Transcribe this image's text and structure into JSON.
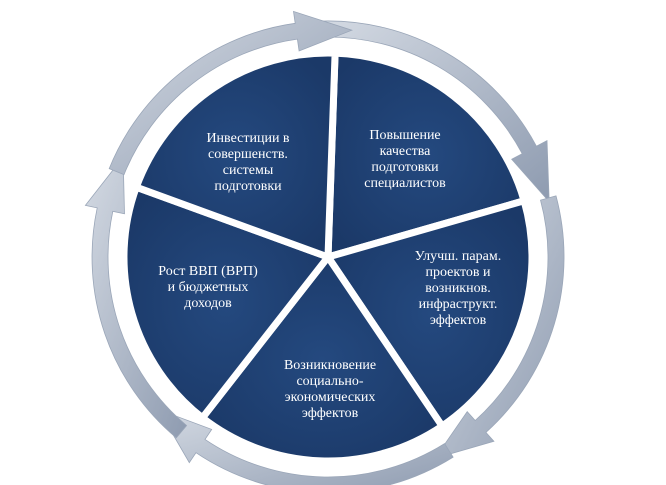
{
  "diagram": {
    "colors": {
      "segment_fill": "#1e3f73",
      "segment_stroke": "#ffffff",
      "ring_arrow_light": "#c7cfdb",
      "ring_arrow_dark": "#8e9bb0",
      "label_text": "#ffffff"
    },
    "segments": [
      {
        "label": "Повышение\nкачества\nподготовки\nспециалистов"
      },
      {
        "label": "Улучш. парам.\nпроектов и\nвозникнов.\nинфраструкт.\nэффектов"
      },
      {
        "label": "Возникновение\nсоциально-\nэкономических\nэффектов"
      },
      {
        "label": "Рост ВВП (ВРП)\nи бюджетных\nдоходов"
      },
      {
        "label": "Инвестиции в\nсовершенств.\nсистемы\nподготовки"
      }
    ],
    "cycle_direction": "clockwise",
    "ring_arrow_count": 5
  }
}
